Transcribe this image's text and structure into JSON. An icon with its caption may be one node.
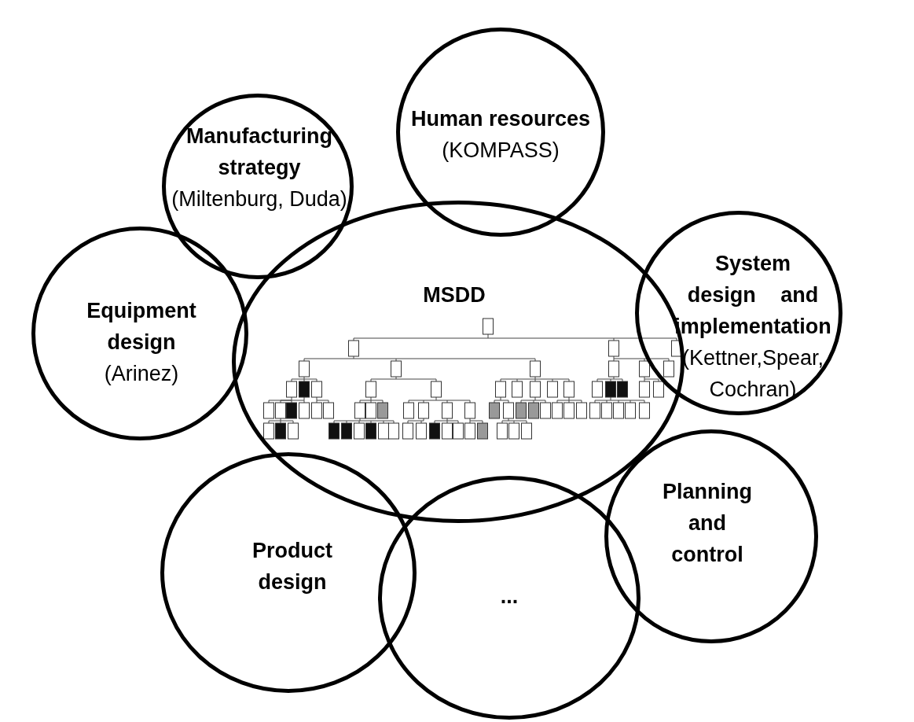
{
  "diagram": {
    "nodes": [
      {
        "text": [
          "Human resources",
          "(KOMPASS)"
        ]
      },
      {
        "text": [
          "Manufacturing strategy",
          "(Miltenburg, Duda)"
        ]
      },
      {
        "text": [
          "MSDD"
        ]
      },
      {
        "text": [
          "System design and implementation",
          "(Kettner,Spear, Cochran)"
        ]
      },
      {
        "text": [
          "Equipment design",
          "(Arinez)"
        ]
      },
      {
        "text": [
          "Planning and control"
        ]
      },
      {
        "text": [
          "Product design"
        ]
      },
      {
        "text": [
          "..."
        ]
      }
    ],
    "edges": []
  }
}
